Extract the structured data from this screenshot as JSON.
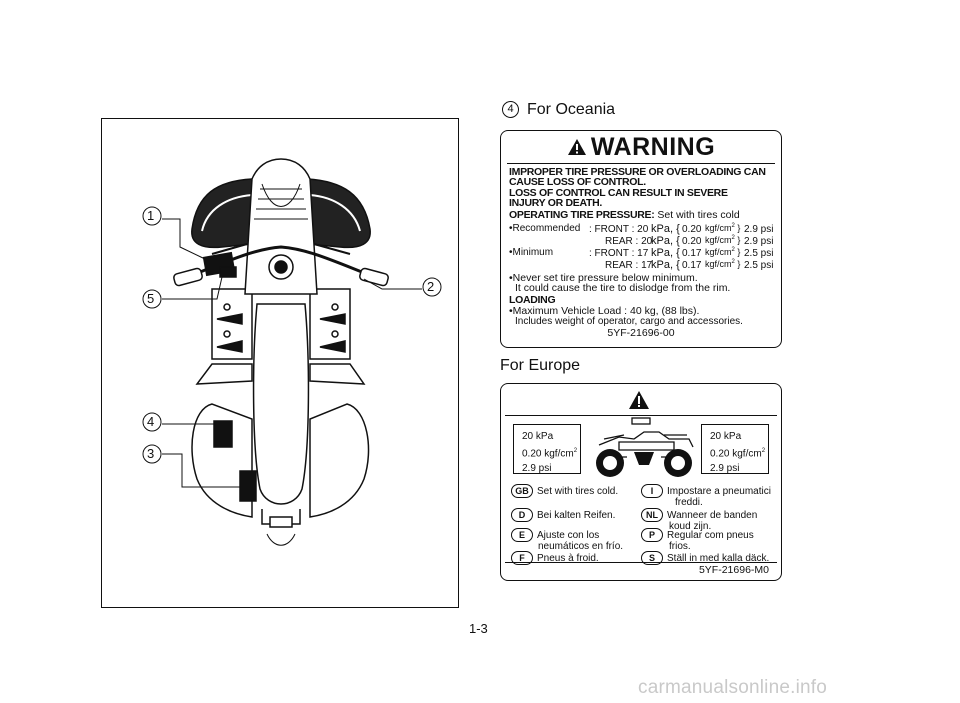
{
  "figure": {
    "callouts": [
      "1",
      "2",
      "3",
      "4",
      "5"
    ]
  },
  "oceania": {
    "number": "4",
    "heading": "For Oceania",
    "warning_title": "WARNING",
    "lines": {
      "l1": "IMPROPER TIRE PRESSURE OR OVERLOADING CAN",
      "l2": "CAUSE LOSS OF CONTROL.",
      "l3": "LOSS OF CONTROL CAN RESULT IN SEVERE",
      "l4": "INJURY OR DEATH.",
      "l5_bold": "OPERATING TIRE PRESSURE:",
      "l5_rest": " Set with tires cold",
      "never1": "•Never set tire pressure below minimum.",
      "never2": "It could cause the tire to dislodge from the rim.",
      "loading": "LOADING",
      "max1": "•Maximum Vehicle Load : 40 kg, (88 lbs).",
      "max2": "Includes weight of operator, cargo and accessories."
    },
    "pressure": {
      "rec_label": "•Recommended",
      "min_label": "•Minimum",
      "rows": [
        {
          "pos": ": FRONT : 20",
          "kpa": "kPa, {",
          "kgf": "0.20",
          "unit": "kgf/cm",
          "psi": "2.9 psi"
        },
        {
          "pos": "REAR  : 20",
          "kpa": "kPa, {",
          "kgf": "0.20",
          "unit": "kgf/cm",
          "psi": "2.9 psi"
        },
        {
          "pos": ": FRONT : 17",
          "kpa": "kPa, {",
          "kgf": "0.17",
          "unit": "kgf/cm",
          "psi": "2.5 psi"
        },
        {
          "pos": "REAR  : 17",
          "kpa": "kPa, {",
          "kgf": "0.17",
          "unit": "kgf/cm",
          "psi": "2.5 psi"
        }
      ],
      "sup": "2",
      "close": "}"
    },
    "code": "5YF-21696-00"
  },
  "europe": {
    "heading": "For Europe",
    "left_box": {
      "kpa": "20  kPa",
      "kgf": "0.20 kgf/cm",
      "sup": "2",
      "psi": "2.9  psi"
    },
    "right_box": {
      "kpa": "20  kPa",
      "kgf": "0.20 kgf/cm",
      "sup": "2",
      "psi": "2.9  psi"
    },
    "langs": [
      {
        "code": "GB",
        "text": "Set with tires cold.",
        "text2": ""
      },
      {
        "code": "D",
        "text": "Bei kalten Reifen.",
        "text2": ""
      },
      {
        "code": "E",
        "text": "Ajuste con los",
        "text2": "neumáticos en frío."
      },
      {
        "code": "F",
        "text": "Pneus à froid.",
        "text2": ""
      },
      {
        "code": "I",
        "text": "Impostare a pneumatici",
        "text2": "freddi."
      },
      {
        "code": "NL",
        "text": "Wanneer de banden",
        "text2": "koud zijn."
      },
      {
        "code": "P",
        "text": "Regular com pneus",
        "text2": "frios."
      },
      {
        "code": "S",
        "text": "Ställ in med kalla däck.",
        "text2": ""
      }
    ],
    "code": "5YF-21696-M0"
  },
  "page_number": "1-3",
  "watermark": "carmanualsonline.info"
}
